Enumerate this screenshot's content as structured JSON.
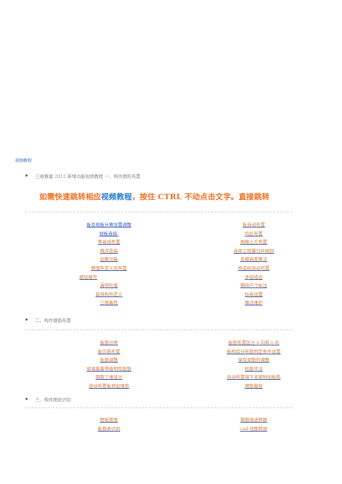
{
  "top_label": "视频教程",
  "section1": {
    "title": "三维算量 2012 新增功能视频教程 一、构件图形布置",
    "banner_before": "如需快速跳转相应",
    "banner_highlight": "视频教程",
    "banner_after": "，按住 CTRL 不动点击文字。直接跳转",
    "left_links": [
      "板及视板计算设置调整",
      "视板连接-",
      "等高线布置",
      "两点投高",
      "加腋功能",
      "预埋件定义及布置",
      "楼层楼号",
      "漏项检查",
      "装饰构件定义",
      "三维着色"
    ],
    "right_links": [
      "板自动布置",
      "坞区布置",
      "网格土方布置",
      "连梁工程量归并规则",
      "支模高度算法",
      "构造柱自动布置",
      "多层组合",
      "删除尺寸标注",
      "标高设置",
      "做法维护"
    ]
  },
  "section2": {
    "title": "二、构件钢筋布置",
    "left_links": [
      "板筋分类",
      "板负筋布置",
      "板筋调整",
      "梁墙基基等级明性配筋",
      "钢筋三维显示",
      "自动布置板洞加强筋"
    ],
    "right_links": [
      "板筋布置区分 x 向和 y 向",
      "板构造分布筋判定条件设置",
      "梁及梁筋的调整",
      "柱筋平法",
      "自动布置墙下无梁附加板筋",
      "钢筋量隐"
    ]
  },
  "section3": {
    "title": "三、构件图纸识别",
    "left_links": [
      "图纸管理",
      "板筋表识别"
    ],
    "right_links": [
      "钢筋描述转换",
      "cad 线图转屏"
    ]
  },
  "colors": {
    "link_blue": "#3a5fc0",
    "link_orange": "#d07a3a",
    "banner_orange": "#f07020",
    "banner_blue": "#2a7fd4"
  }
}
